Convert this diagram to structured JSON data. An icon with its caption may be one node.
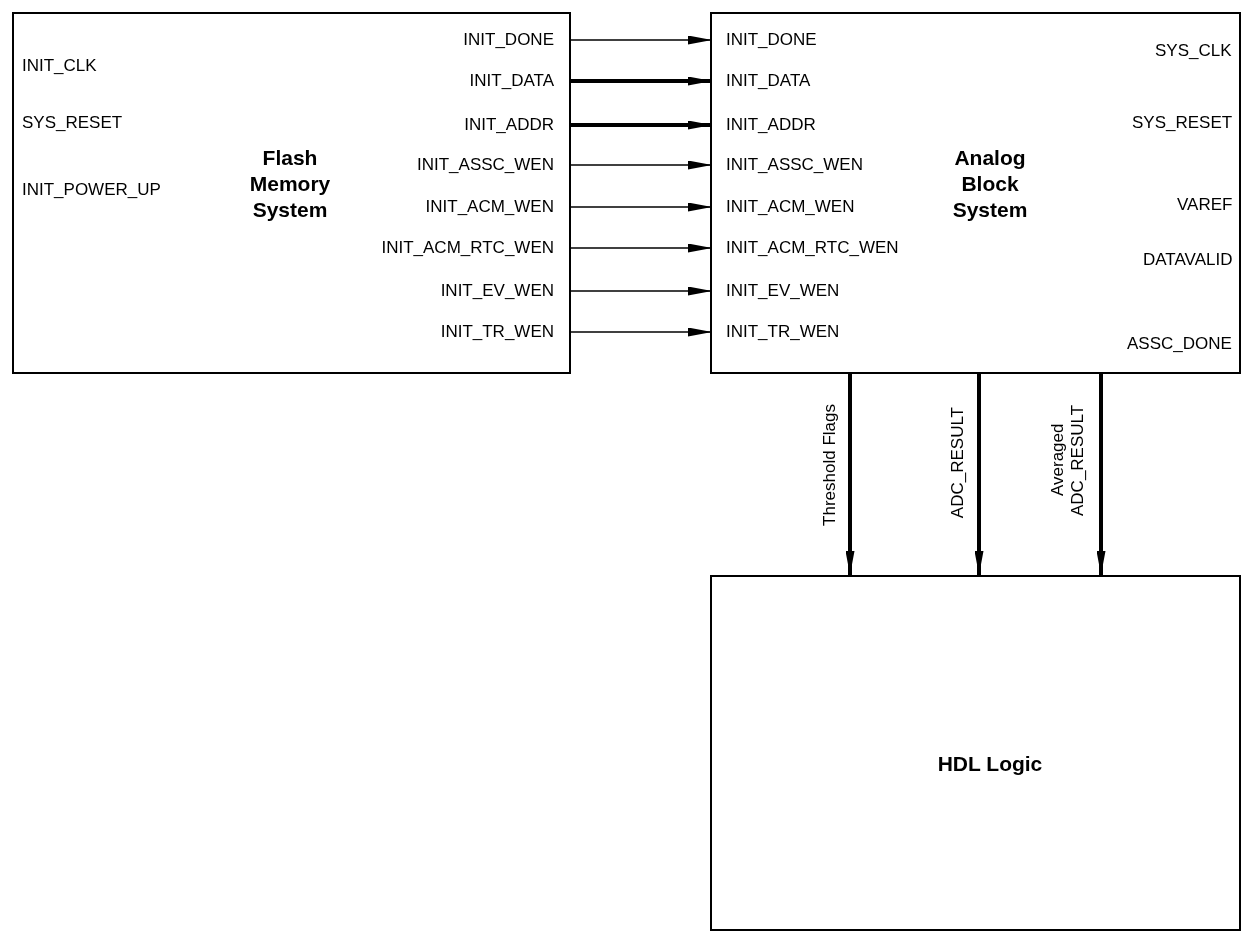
{
  "diagram": {
    "nodes": [
      {
        "text": [
          "Flash Memory System"
        ]
      },
      {
        "text": [
          "INIT_DONE"
        ],
        "in": 0
      },
      {
        "text": [
          "INIT_DATA"
        ],
        "in": 0
      },
      {
        "text": [
          "INIT_ADDR"
        ],
        "in": 0
      },
      {
        "text": [
          "INIT_ASSC_WEN"
        ],
        "in": 0
      },
      {
        "text": [
          "INIT_ACM_WEN"
        ],
        "in": 0
      },
      {
        "text": [
          "INIT_ACM_RTC_WEN"
        ],
        "in": 0
      },
      {
        "text": [
          "INIT_EV_WEN"
        ],
        "in": 0
      },
      {
        "text": [
          "INIT_TR_WEN"
        ],
        "in": 0
      },
      {
        "text": [
          "Analog Block System"
        ]
      },
      {
        "text": [
          "INIT_DONE"
        ],
        "in": 9
      },
      {
        "text": [
          "INIT_DATA"
        ],
        "in": 9
      },
      {
        "text": [
          "INIT_ADDR"
        ],
        "in": 9
      },
      {
        "text": [
          "INIT_ASSC_WEN"
        ],
        "in": 9
      },
      {
        "text": [
          "INIT_ACM_WEN"
        ],
        "in": 9
      },
      {
        "text": [
          "INIT_ACM_RTC_WEN"
        ],
        "in": 9
      },
      {
        "text": [
          "INIT_EV_WEN"
        ],
        "in": 9
      },
      {
        "text": [
          "INIT_TR_WEN"
        ],
        "in": 9
      },
      {
        "text": [
          "HDL Logic"
        ]
      }
    ],
    "edges": [
      {
        "from": 1,
        "to": 10,
        "arrow": "to"
      },
      {
        "from": 2,
        "to": 11,
        "arrow": "to",
        "style": "thick"
      },
      {
        "from": 3,
        "to": 12,
        "arrow": "to",
        "style": "thick"
      },
      {
        "from": 4,
        "to": 13,
        "arrow": "to"
      },
      {
        "from": 5,
        "to": 14,
        "arrow": "to"
      },
      {
        "from": 6,
        "to": 15,
        "arrow": "to"
      },
      {
        "from": 7,
        "to": 16,
        "arrow": "to"
      },
      {
        "from": 8,
        "to": 17,
        "arrow": "to"
      },
      {
        "from": 9,
        "to": 18,
        "arrow": "to",
        "label": "Threshold Flags",
        "style": "thick"
      },
      {
        "from": 9,
        "to": 18,
        "arrow": "to",
        "label": "ADC_RESULT",
        "style": "thick"
      },
      {
        "from": 9,
        "to": 18,
        "arrow": "to",
        "label": "Averaged ADC_RESULT",
        "style": "thick"
      }
    ],
    "labels": [
      "INIT_CLK",
      "SYS_RESET",
      "INIT_POWER_UP",
      "SYS_CLK",
      "SYS_RESET",
      "VAREF",
      "DATAVALID",
      "ASSC_DONE"
    ]
  }
}
